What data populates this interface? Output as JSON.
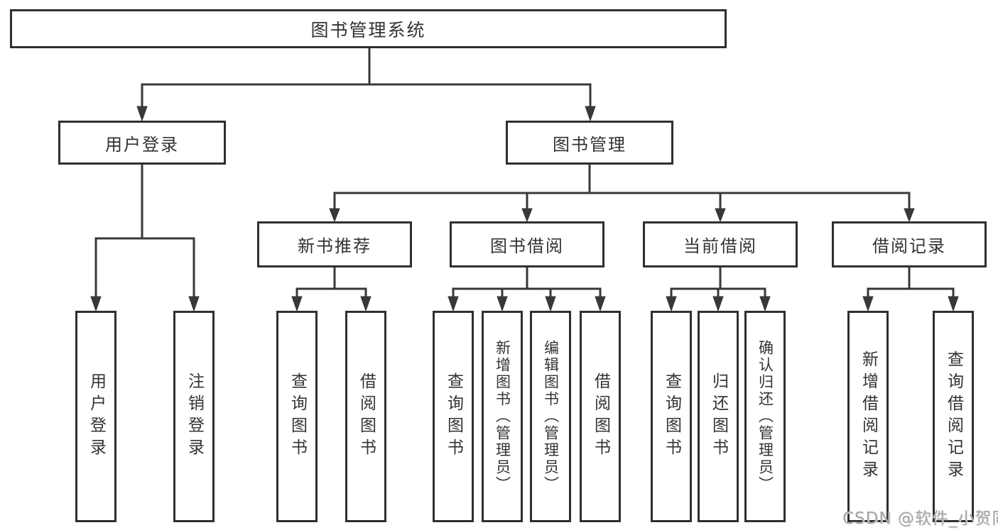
{
  "diagram": {
    "root": {
      "label": "图书管理系统"
    },
    "branches": [
      {
        "label": "用户登录",
        "children": [
          {
            "label": "用户登录"
          },
          {
            "label": "注销登录"
          }
        ]
      },
      {
        "label": "图书管理",
        "children": [
          {
            "label": "新书推荐",
            "children": [
              {
                "label": "查询图书"
              },
              {
                "label": "借阅图书"
              }
            ]
          },
          {
            "label": "图书借阅",
            "children": [
              {
                "label": "查询图书"
              },
              {
                "label": "新增图书（管理员）"
              },
              {
                "label": "编辑图书（管理员）"
              },
              {
                "label": "借阅图书"
              }
            ]
          },
          {
            "label": "当前借阅",
            "children": [
              {
                "label": "查询图书"
              },
              {
                "label": "归还图书"
              },
              {
                "label": "确认归还（管理员）"
              }
            ]
          },
          {
            "label": "借阅记录",
            "children": [
              {
                "label": "新增借阅记录"
              },
              {
                "label": "查询借阅记录"
              }
            ]
          }
        ]
      }
    ]
  },
  "watermark": {
    "text": "CSDN @软件_小贺同学"
  },
  "colors": {
    "line": "#383838",
    "border": "#2f2f2f",
    "text": "#333333",
    "background": "#ffffff",
    "watermark": "#a6a6a6"
  }
}
